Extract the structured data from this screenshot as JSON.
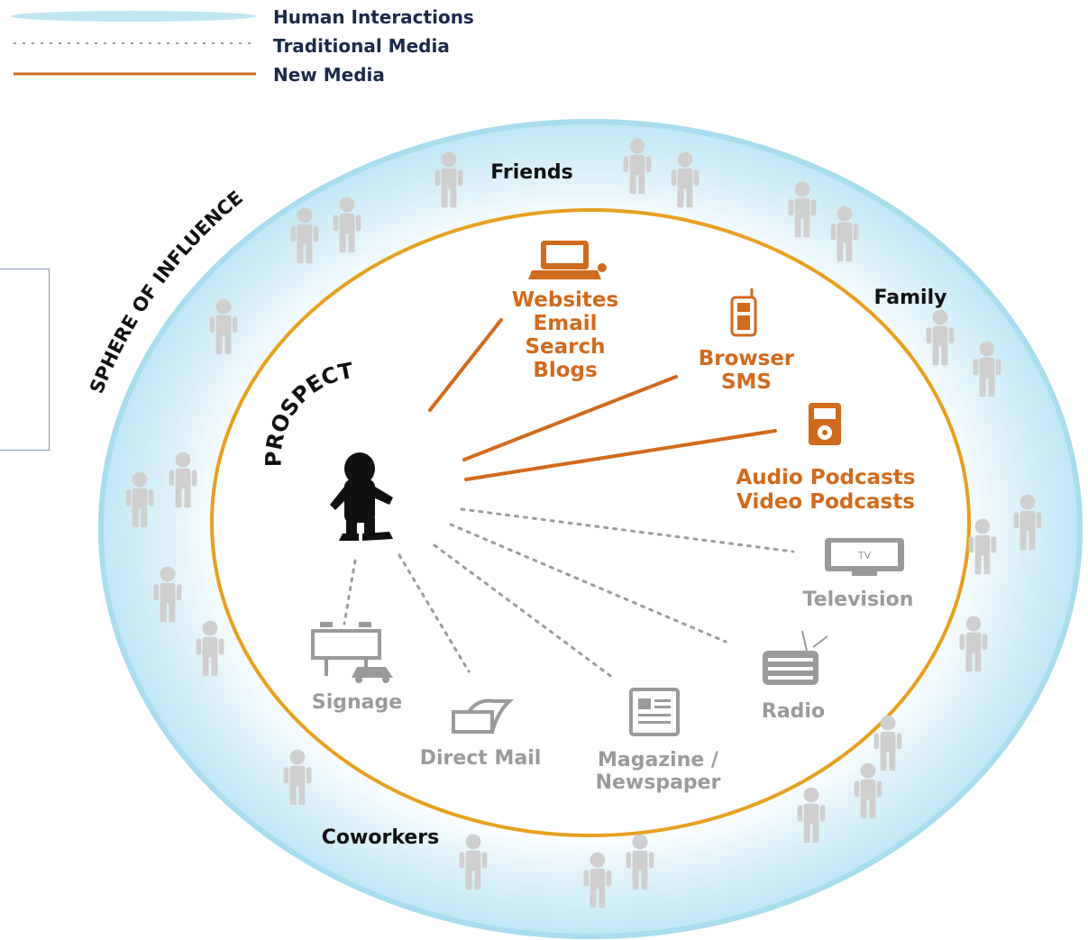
{
  "legend": {
    "human_interactions": "Human Interactions",
    "traditional_media": "Traditional Media",
    "new_media": "New Media"
  },
  "sphere_label": "SPHERE OF INFLUENCE",
  "center_label": "PROSPECT",
  "groups": {
    "friends": "Friends",
    "family": "Family",
    "coworkers": "Coworkers"
  },
  "new_media": {
    "web": [
      "Websites",
      "Email",
      "Search",
      "Blogs"
    ],
    "mobile": [
      "Browser",
      "SMS"
    ],
    "podcasts": [
      "Audio Podcasts",
      "Video Podcasts"
    ]
  },
  "traditional_media": {
    "television": "Television",
    "tv_screen": "TV",
    "radio": "Radio",
    "magazine": [
      "Magazine /",
      "Newspaper"
    ],
    "direct_mail": "Direct Mail",
    "signage": "Signage"
  },
  "colors": {
    "human": "#bfe6f3",
    "human_edge": "#8fd0e8",
    "new_media": "#d06a1c",
    "inner_ring": "#e6a020",
    "traditional": "#9a9a9a",
    "people": "#cfcfcf",
    "text_dark": "#111111"
  },
  "icons": [
    "laptop-icon",
    "phone-icon",
    "ipod-icon",
    "tv-icon",
    "radio-icon",
    "newspaper-icon",
    "mailbox-icon",
    "billboard-icon",
    "prospect-figure",
    "person-icon"
  ]
}
